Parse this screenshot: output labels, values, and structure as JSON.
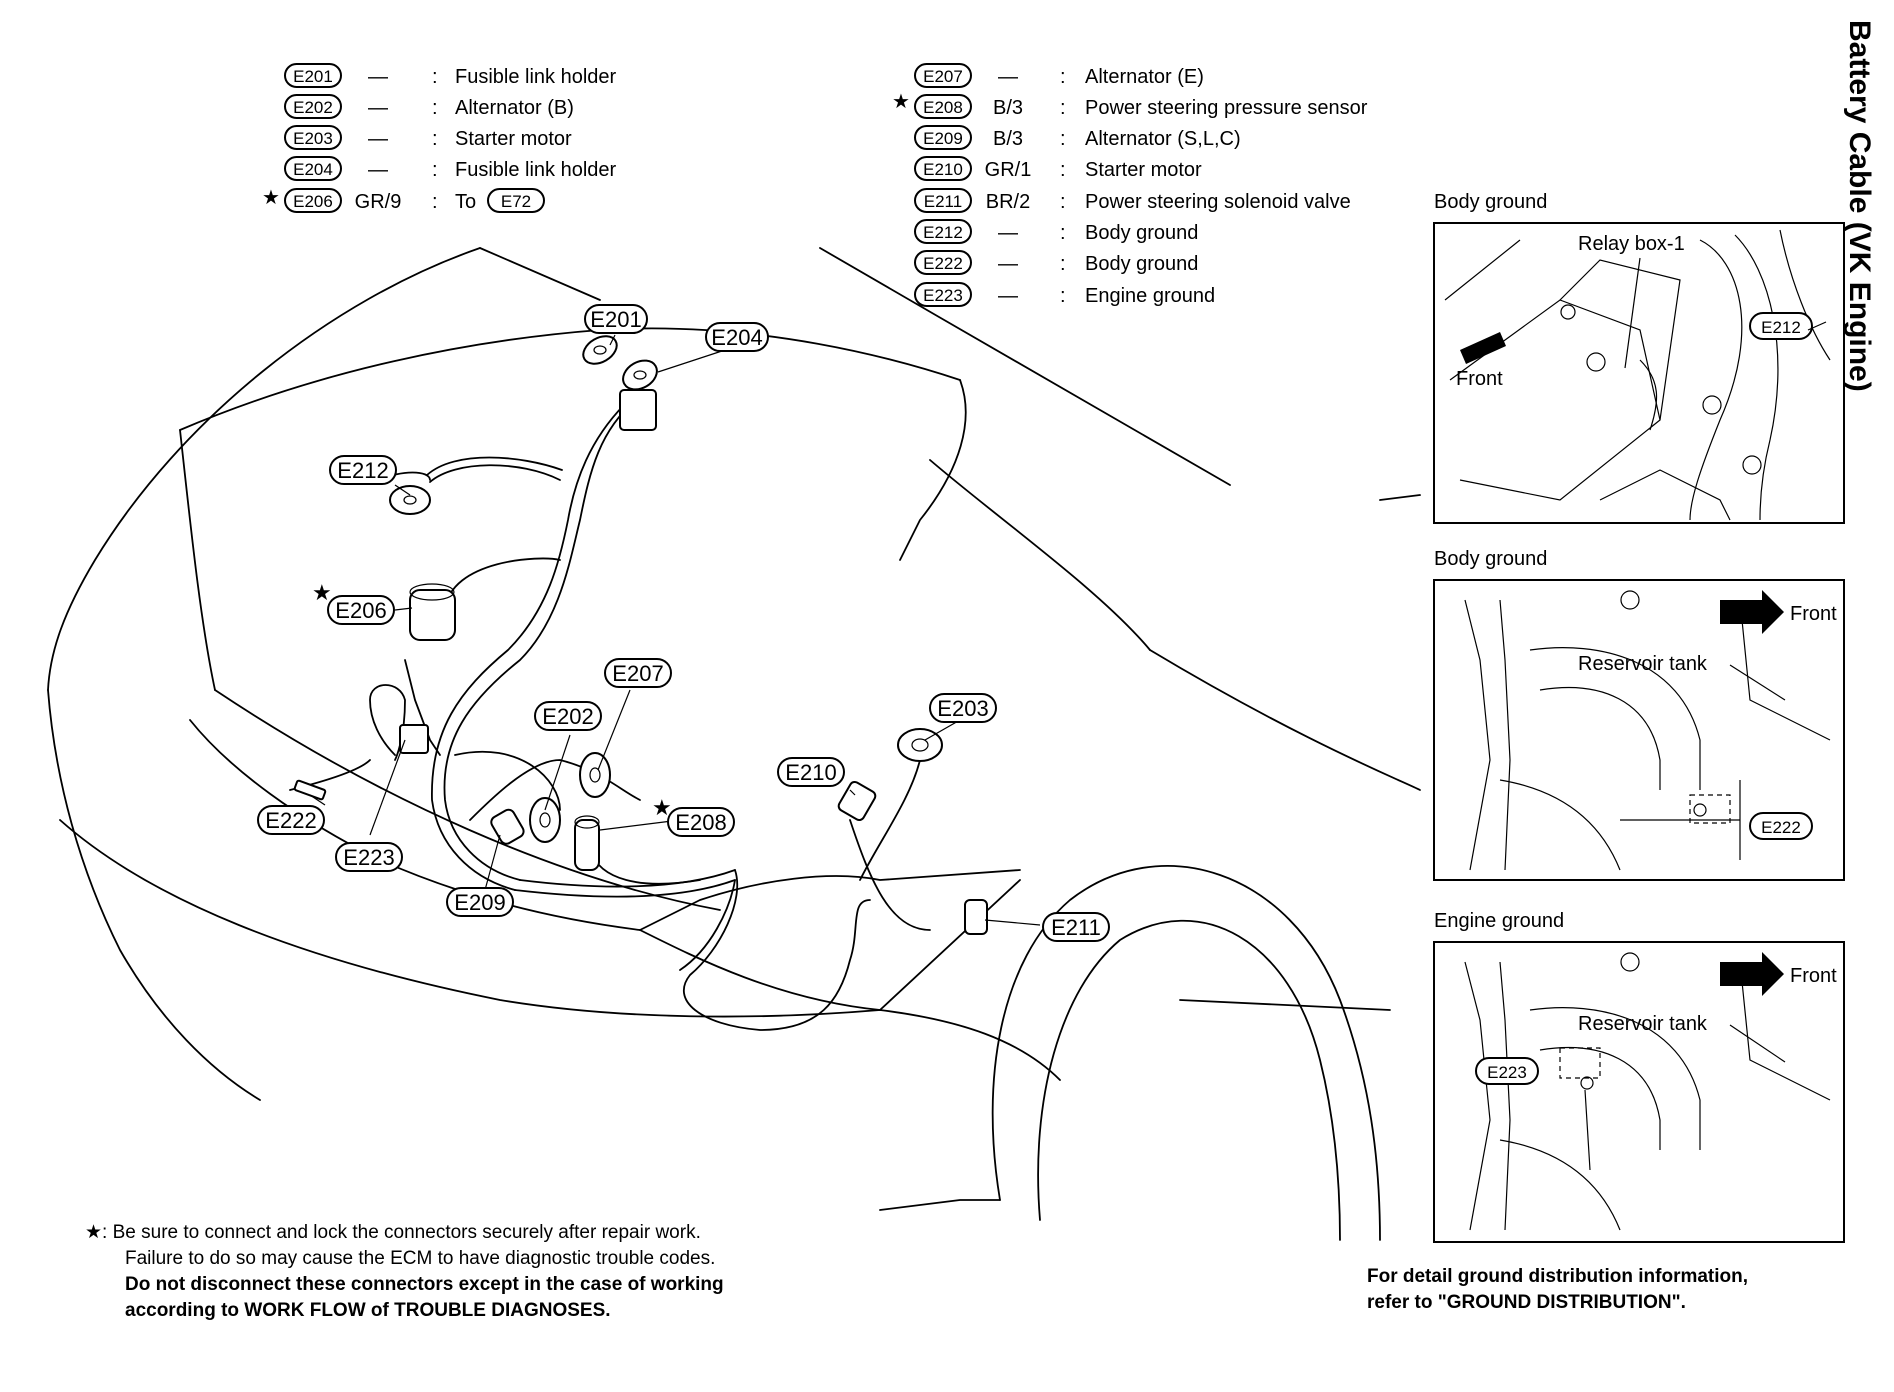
{
  "side_title": "Battery Cable (VK Engine)",
  "legend_left": [
    {
      "star": false,
      "code": "E201",
      "color": "—",
      "desc": "Fusible link holder"
    },
    {
      "star": false,
      "code": "E202",
      "color": "—",
      "desc": "Alternator (B)"
    },
    {
      "star": false,
      "code": "E203",
      "color": "—",
      "desc": "Starter motor"
    },
    {
      "star": false,
      "code": "E204",
      "color": "—",
      "desc": "Fusible link holder"
    },
    {
      "star": true,
      "code": "E206",
      "color": "GR/9",
      "desc": "To",
      "desc_ref": "E72"
    }
  ],
  "legend_right": [
    {
      "star": false,
      "code": "E207",
      "color": "—",
      "desc": "Alternator (E)"
    },
    {
      "star": true,
      "code": "E208",
      "color": "B/3",
      "desc": "Power steering pressure sensor"
    },
    {
      "star": false,
      "code": "E209",
      "color": "B/3",
      "desc": "Alternator (S,L,C)"
    },
    {
      "star": false,
      "code": "E210",
      "color": "GR/1",
      "desc": "Starter motor"
    },
    {
      "star": false,
      "code": "E211",
      "color": "BR/2",
      "desc": "Power steering solenoid valve"
    },
    {
      "star": false,
      "code": "E212",
      "color": "—",
      "desc": "Body ground"
    },
    {
      "star": false,
      "code": "E222",
      "color": "—",
      "desc": "Body ground"
    },
    {
      "star": false,
      "code": "E223",
      "color": "—",
      "desc": "Engine ground"
    }
  ],
  "separator": ":",
  "star_symbol": "★",
  "main_labels": [
    {
      "code": "E201",
      "star": false
    },
    {
      "code": "E204",
      "star": false
    },
    {
      "code": "E212",
      "star": false
    },
    {
      "code": "E206",
      "star": true
    },
    {
      "code": "E207",
      "star": false
    },
    {
      "code": "E202",
      "star": false
    },
    {
      "code": "E203",
      "star": false
    },
    {
      "code": "E210",
      "star": false
    },
    {
      "code": "E208",
      "star": true
    },
    {
      "code": "E222",
      "star": false
    },
    {
      "code": "E223",
      "star": false
    },
    {
      "code": "E209",
      "star": false
    },
    {
      "code": "E211",
      "star": false
    }
  ],
  "panels": [
    {
      "title": "Body ground",
      "callouts": [
        "Relay box-1",
        "Front"
      ],
      "connector": "E212"
    },
    {
      "title": "Body ground",
      "callouts": [
        "Front",
        "Reservoir  tank"
      ],
      "connector": "E222"
    },
    {
      "title": "Engine ground",
      "callouts": [
        "Front",
        "Reservoir  tank"
      ],
      "connector": "E223"
    }
  ],
  "footnote": {
    "star": "★",
    "line1": ": Be sure to connect and lock the connectors securely after repair work.",
    "line2": "Failure to do so may cause the ECM to have diagnostic trouble codes.",
    "line3": "Do not disconnect these connectors except in the case of working",
    "line4": "according to WORK FLOW of TROUBLE DIAGNOSES."
  },
  "ground_note": {
    "line1": "For detail ground distribution information,",
    "line2": "refer to \"GROUND DISTRIBUTION\"."
  }
}
